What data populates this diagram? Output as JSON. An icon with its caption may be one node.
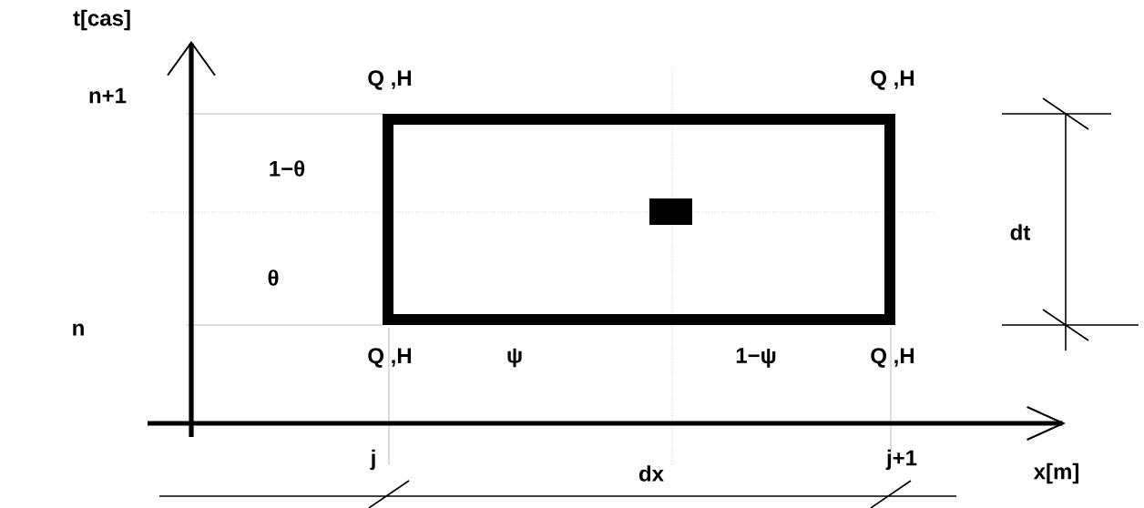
{
  "diagram": {
    "labels": [
      "t[cas]",
      "Q ,H",
      "Q ,H",
      "n+1",
      "1−θ",
      "dt",
      "θ",
      "n",
      "Q ,H",
      "ψ",
      "1−ψ",
      "Q ,H",
      "j",
      "dx",
      "j+1",
      "x[m]"
    ]
  }
}
